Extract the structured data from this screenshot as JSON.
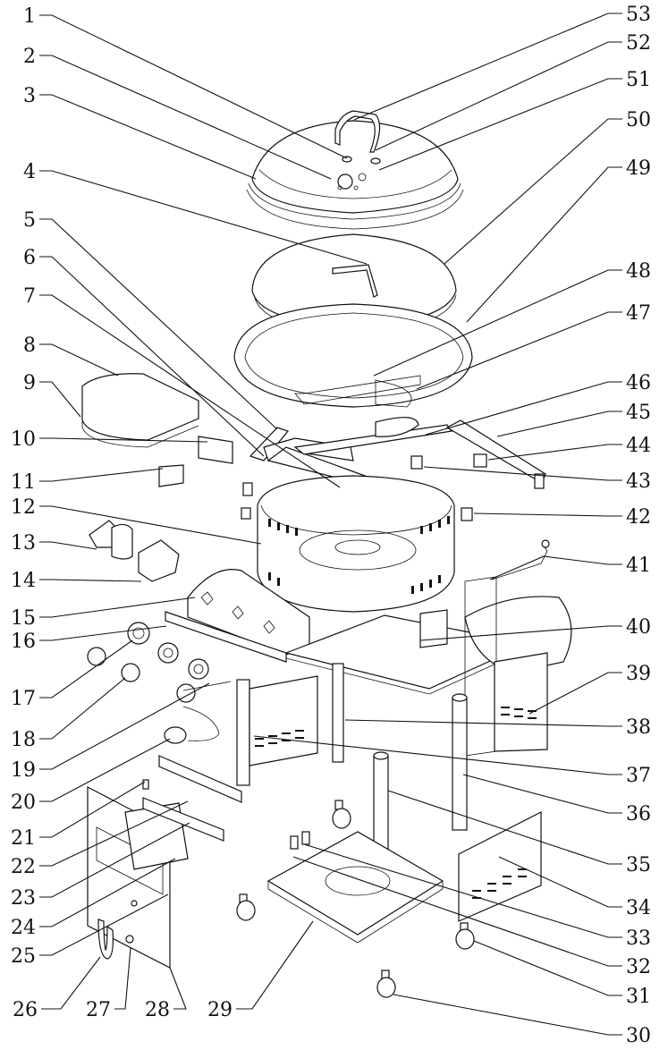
{
  "callouts_left": [
    "1",
    "2",
    "3",
    "4",
    "5",
    "6",
    "7",
    "8",
    "9",
    "10",
    "11",
    "12",
    "13",
    "14",
    "15",
    "16",
    "17",
    "18",
    "19",
    "20",
    "21",
    "22",
    "23",
    "24",
    "25"
  ],
  "callouts_bottom": [
    "26",
    "27",
    "28",
    "29"
  ],
  "callouts_right": [
    "53",
    "52",
    "51",
    "50",
    "49",
    "48",
    "47",
    "46",
    "45",
    "44",
    "43",
    "42",
    "41",
    "40",
    "39",
    "38",
    "37",
    "36",
    "35",
    "34",
    "33",
    "32",
    "31",
    "30"
  ]
}
